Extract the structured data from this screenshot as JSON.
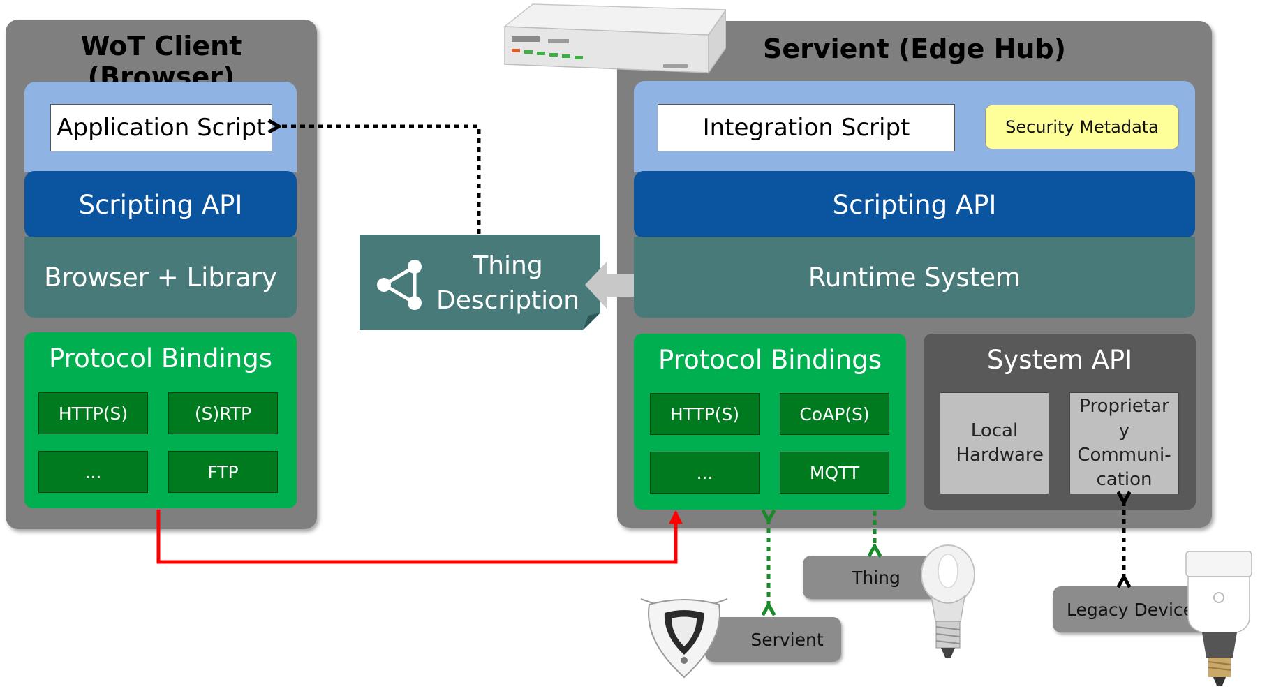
{
  "wot_client": {
    "title": "WoT Client (Browser)",
    "application_script": "Application Script",
    "scripting_api": "Scripting API",
    "browser_library": "Browser + Library",
    "protocol_bindings": {
      "title": "Protocol Bindings",
      "items": [
        "HTTP(S)",
        "(S)RTP",
        "...",
        "FTP"
      ]
    }
  },
  "servient": {
    "title": "Servient (Edge Hub)",
    "integration_script": "Integration Script",
    "security_metadata": "Security Metadata",
    "scripting_api": "Scripting API",
    "runtime_system": "Runtime System",
    "protocol_bindings": {
      "title": "Protocol Bindings",
      "items": [
        "HTTP(S)",
        "CoAP(S)",
        "...",
        "MQTT"
      ]
    },
    "system_api": {
      "title": "System API",
      "local_hardware": "Local Hardware",
      "proprietary": "Proprietary Communi-cation"
    }
  },
  "thing_description": {
    "line1": "Thing",
    "line2": "Description"
  },
  "devices": {
    "thing": "Thing",
    "servient": "Servient",
    "legacy": "Legacy Device"
  },
  "colors": {
    "panel_gray": "#7f7f7f",
    "scripting_api_blue": "#0a54a0",
    "runtime_teal": "#487a7a",
    "bindings_green": "#00b050",
    "protocol_dark_green": "#007a1f",
    "system_api_gray": "#595959",
    "security_yellow": "#ffff99",
    "client_link_red": "#ff0000"
  },
  "icons": [
    "router-icon",
    "share-graph-icon",
    "robot-vacuum-icon",
    "light-bulb-icon",
    "smart-bulb-icon"
  ]
}
